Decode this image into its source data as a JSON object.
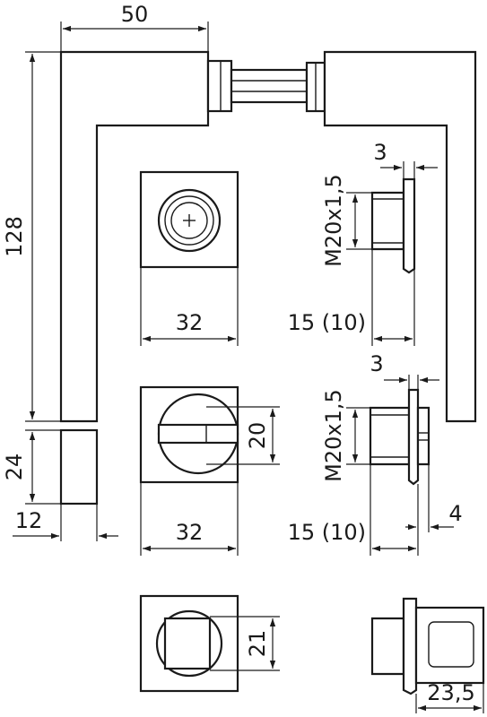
{
  "drawing": {
    "dimensions": {
      "lever_width": "50",
      "lever_height": "128",
      "rose_thickness_side": "24",
      "rose_thickness_bottom": "12",
      "rose1_width": "32",
      "rose1_depth": "15 (10)",
      "rose1_thread": "M20x1,5",
      "rose1_flange": "3",
      "rose2_width": "32",
      "rose2_depth": "15 (10)",
      "rose2_thread": "M20x1,5",
      "rose2_flange": "3",
      "rose2_cam": "4",
      "rose2_slot": "20",
      "rose3_slot": "21",
      "rose3_depth": "23,5"
    }
  }
}
